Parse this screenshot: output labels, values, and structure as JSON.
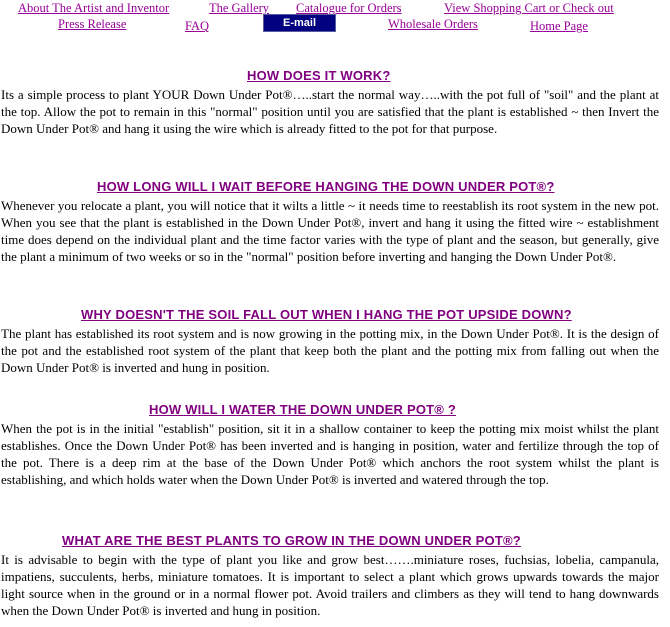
{
  "nav": {
    "about": "About The Artist and Inventor",
    "gallery": "The Gallery",
    "catalogue": "Catalogue for Orders",
    "cart": "View Shopping Cart or Check out",
    "press": "Press Release",
    "faq": "FAQ",
    "email": "E-mail",
    "wholesale": "Wholesale Orders",
    "home": "Home Page"
  },
  "sections": [
    {
      "heading": "HOW  DOES IT WORK?",
      "body": "Its a simple process to plant YOUR Down Under Pot®…..start the  normal  way…..with  the pot full of \"soil\" and the plant at the top. Allow the pot to remain in this \"normal\" position until you are satisfied that the plant is established  ~  then  Invert the Down Under Pot® and  hang it using the wire which is already fitted to the pot for that purpose."
    },
    {
      "heading": "HOW LONG WILL I WAIT BEFORE HANGING THE DOWN UNDER POT®?",
      "body": "Whenever you relocate a plant, you will notice that it wilts a little ~  it needs time to reestablish its root system in the new pot.  When you see  that the plant is established in the Down Under  Pot®, invert  and hang it using the fitted wire ~  establishment time does depend on the individual plant and the time factor varies with the type of plant and the season, but  generally, give the plant a  minimum of  two weeks or so in the \"normal\" position before  inverting and hanging the Down Under Pot®."
    },
    {
      "heading": "WHY DOESN'T THE SOIL FALL OUT WHEN I HANG THE POT UPSIDE DOWN?",
      "body": "The plant has established its root system and is now growing in the potting mix, in the Down Under Pot®. It is the design of  the pot and the established  root system of the plant that keep both the plant and the potting mix from falling out when the Down Under Pot® is inverted and hung in position."
    },
    {
      "heading": "HOW WILL I WATER THE DOWN UNDER POT® ?",
      "body": "When the pot is in the initial \"establish\" position, sit it in a shallow container to keep the potting mix moist whilst the  plant  establishes. Once  the  Down Under Pot® has been inverted  and is hanging  in position, water  and fertilize through the top of the pot. There is a deep rim at the base of the Down Under Pot® which anchors the root system whilst the plant is establishing, and which holds water when the Down Under Pot® is inverted and watered through the top."
    },
    {
      "heading": "WHAT ARE THE BEST PLANTS TO GROW IN THE DOWN UNDER POT®?",
      "body": "It  is advisable  to  begin  with  the  type of plant you like and grow best…….miniature roses, fuchsias, lobelia, campanula,  impatiens,  succulents,  herbs,  miniature  tomatoes.  It  is  important to select a plant which grows upwards  towards  the  major  light  source  when  in the  ground or in a normal  flower pot.  Avoid trailers and climbers as they will tend to hang downwards when the Down Under Pot® is inverted and hung in position."
    }
  ]
}
